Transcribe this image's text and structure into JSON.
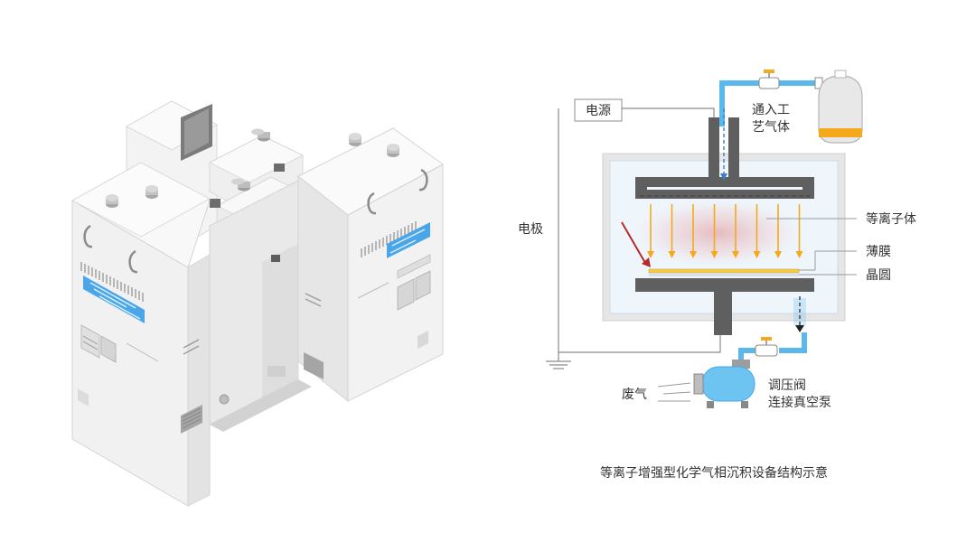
{
  "labels": {
    "power_supply": "电源",
    "electrode": "电极",
    "gas_inlet_line1": "通入工",
    "gas_inlet_line2": "艺气体",
    "plasma": "等离子体",
    "thin_film": "薄膜",
    "wafer": "晶圆",
    "exhaust": "废气",
    "valve_line1": "调压阀",
    "valve_line2": "连接真空泵"
  },
  "caption": "等离子增强型化学气相沉积设备结构示意",
  "colors": {
    "pipe": "#5ab8ea",
    "chamber_fill": "#eef6fc",
    "chamber_frame": "#e4e4e4",
    "electrode": "#5f5f5f",
    "arrow_yellow": "#f3a91b",
    "plasma_glow": "#d94a4a",
    "film": "#f6cb4a",
    "pump": "#6ec4f0",
    "equipment_body": "#f1f1f1",
    "equipment_panel": "#4aa6e8"
  }
}
